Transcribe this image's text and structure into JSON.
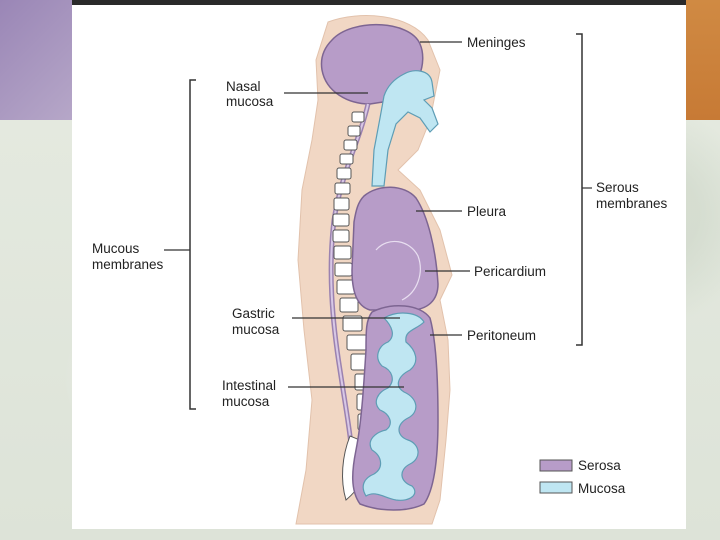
{
  "labels": {
    "meninges": "Meninges",
    "nasal_mucosa": [
      "Nasal",
      "mucosa"
    ],
    "serous_membranes": [
      "Serous",
      "membranes"
    ],
    "pleura": "Pleura",
    "mucous_membranes": [
      "Mucous",
      "membranes"
    ],
    "pericardium": "Pericardium",
    "gastric_mucosa": [
      "Gastric",
      "mucosa"
    ],
    "peritoneum": "Peritoneum",
    "intestinal_mucosa": [
      "Intestinal",
      "mucosa"
    ]
  },
  "legend": [
    {
      "label": "Serosa",
      "color": "#b79cc8"
    },
    {
      "label": "Mucosa",
      "color": "#bfe6f2"
    }
  ],
  "colors": {
    "serosa": "#b79cc8",
    "mucosa": "#bfe6f2",
    "skin": "#f1d7c4",
    "bone": "#ffffff"
  }
}
